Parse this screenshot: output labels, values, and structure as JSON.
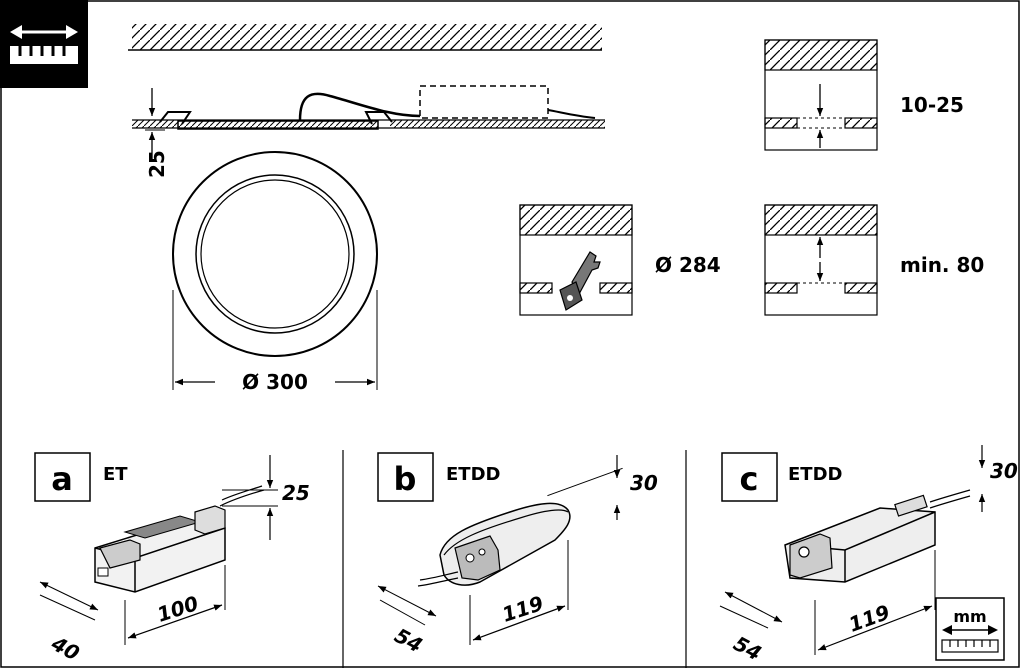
{
  "panels": [
    {
      "letter": "a",
      "type": "ET",
      "length": "100",
      "width": "40",
      "height": "25"
    },
    {
      "letter": "b",
      "type": "ETDD",
      "length": "119",
      "width": "54",
      "height": "30"
    },
    {
      "letter": "c",
      "type": "ETDD",
      "length": "119",
      "width": "54",
      "height": "30"
    }
  ],
  "luminaire": {
    "height": "25",
    "diameter": "Ø 300"
  },
  "cutout": {
    "diameter": "Ø 284"
  },
  "ceiling": {
    "thickness": "10-25",
    "min_depth": "min. 80"
  },
  "units": {
    "label": "mm"
  }
}
